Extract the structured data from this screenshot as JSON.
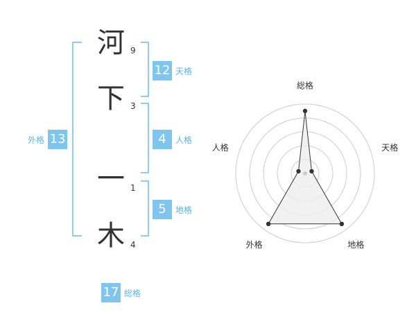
{
  "name": {
    "chars": [
      {
        "char": "河",
        "strokes": "9"
      },
      {
        "char": "下",
        "strokes": "3"
      },
      {
        "char": "一",
        "strokes": "1"
      },
      {
        "char": "木",
        "strokes": "4"
      }
    ]
  },
  "fortune": {
    "tenkaku": {
      "label": "天格",
      "value": "12"
    },
    "jinkaku": {
      "label": "人格",
      "value": "4"
    },
    "chikaku": {
      "label": "地格",
      "value": "5"
    },
    "gaikaku": {
      "label": "外格",
      "value": "13"
    },
    "soukaku": {
      "label": "総格",
      "value": "17"
    }
  },
  "chart_data": {
    "type": "radar",
    "axes": [
      "総格",
      "天格",
      "地格",
      "外格",
      "人格"
    ],
    "values": [
      5,
      1,
      5,
      5,
      1
    ],
    "max": 5,
    "rings": 5,
    "colors": {
      "ring": "#cccccc",
      "fill": "#eeeeee",
      "line": "#333333",
      "point": "#333333",
      "center": "#cccccc"
    }
  }
}
